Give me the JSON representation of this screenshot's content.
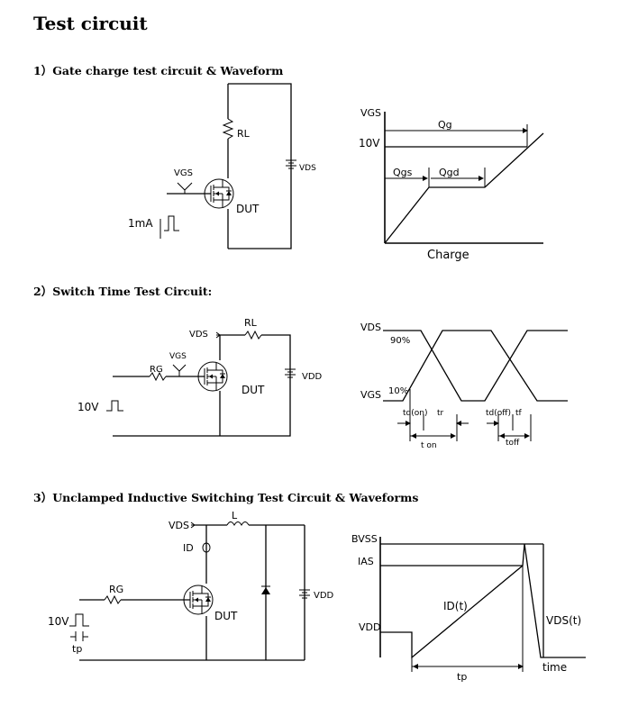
{
  "page": {
    "title": "Test circuit",
    "section1": "1）Gate charge test circuit & Waveform",
    "section2": "2）Switch Time Test Circuit:",
    "section3": "3）Unclamped Inductive Switching Test Circuit & Waveforms"
  },
  "c1": {
    "rl": "RL",
    "vds": "VDS",
    "vgs": "VGS",
    "dut": "DUT",
    "src": "1mA"
  },
  "w1": {
    "vgs": "VGS",
    "v10": "10V",
    "qg": "Qg",
    "qgs": "Qgs",
    "qgd": "Qgd",
    "charge": "Charge"
  },
  "c2": {
    "vds": "VDS",
    "rl": "RL",
    "vgs": "VGS",
    "rg": "RG",
    "dut": "DUT",
    "vdd": "VDD",
    "src": "10V"
  },
  "w2": {
    "vds": "VDS",
    "p90": "90%",
    "p10": "10%",
    "vgs": "VGS",
    "tdon": "td(on)",
    "tr": "tr",
    "ton": "t on",
    "tdoff": "td(off)",
    "tf": "tf",
    "toff": "toff"
  },
  "c3": {
    "vds": "VDS",
    "l": "L",
    "id": "ID",
    "rg": "RG",
    "dut": "DUT",
    "vdd": "VDD",
    "src": "10V",
    "tp": "tp"
  },
  "w3": {
    "bvss": "BVSS",
    "ias": "IAS",
    "idt": "ID(t)",
    "vdd": "VDD",
    "vdst": "VDS(t)",
    "time": "time",
    "tp": "tp"
  }
}
